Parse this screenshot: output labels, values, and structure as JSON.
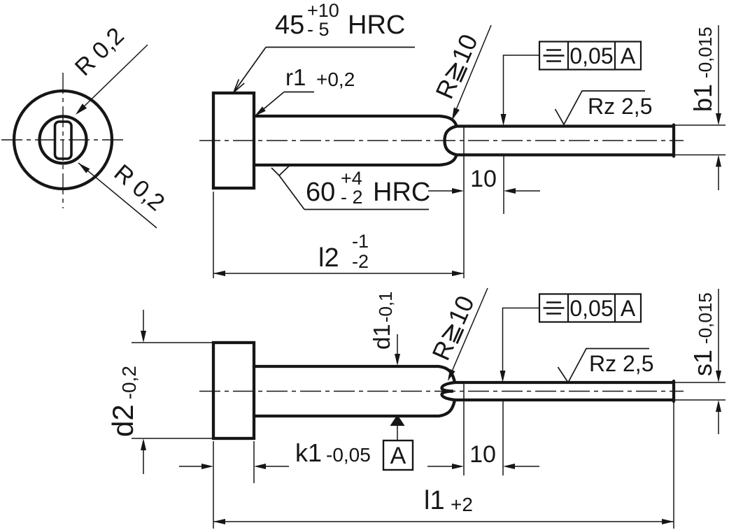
{
  "section_view": {
    "radius_top": "R 0,2",
    "radius_bottom": "R 0,2"
  },
  "top_view": {
    "head_hardness": {
      "value": "45",
      "plus": "+10",
      "minus": "- 5",
      "unit": "HRC"
    },
    "edge_radius": {
      "name": "r1",
      "tol": "+0,2"
    },
    "shaft_hardness": {
      "value": "60",
      "plus": "+4",
      "minus": "- 2",
      "unit": "HRC"
    },
    "transition_radius": "R≧10",
    "symmetry_tolerance": {
      "symbol_icon": "symmetry-icon",
      "value": "0,05",
      "datum": "A"
    },
    "surface_roughness": "Rz 2,5",
    "blade_width": {
      "name": "b1",
      "tol": "-0,015"
    },
    "transition_length": "10",
    "shoulder_length": {
      "name": "l2",
      "upper": "-1",
      "lower": "-2"
    }
  },
  "bottom_view": {
    "head_diameter": {
      "name": "d2",
      "tol": "-0,2"
    },
    "shaft_diameter": {
      "name": "d1",
      "tol": "-0,1"
    },
    "transition_radius": "R≧10",
    "symmetry_tolerance": {
      "symbol_icon": "symmetry-icon",
      "value": "0,05",
      "datum": "A"
    },
    "surface_roughness": "Rz 2,5",
    "blade_thickness": {
      "name": "s1",
      "tol": "-0,015"
    },
    "transition_length": "10",
    "head_length": {
      "name": "k1",
      "tol": "-0,05"
    },
    "datum_label": "A",
    "overall_length": {
      "name": "l1",
      "tol": "+2"
    }
  },
  "colors": {
    "line": "#161616",
    "background": "#ffffff"
  }
}
